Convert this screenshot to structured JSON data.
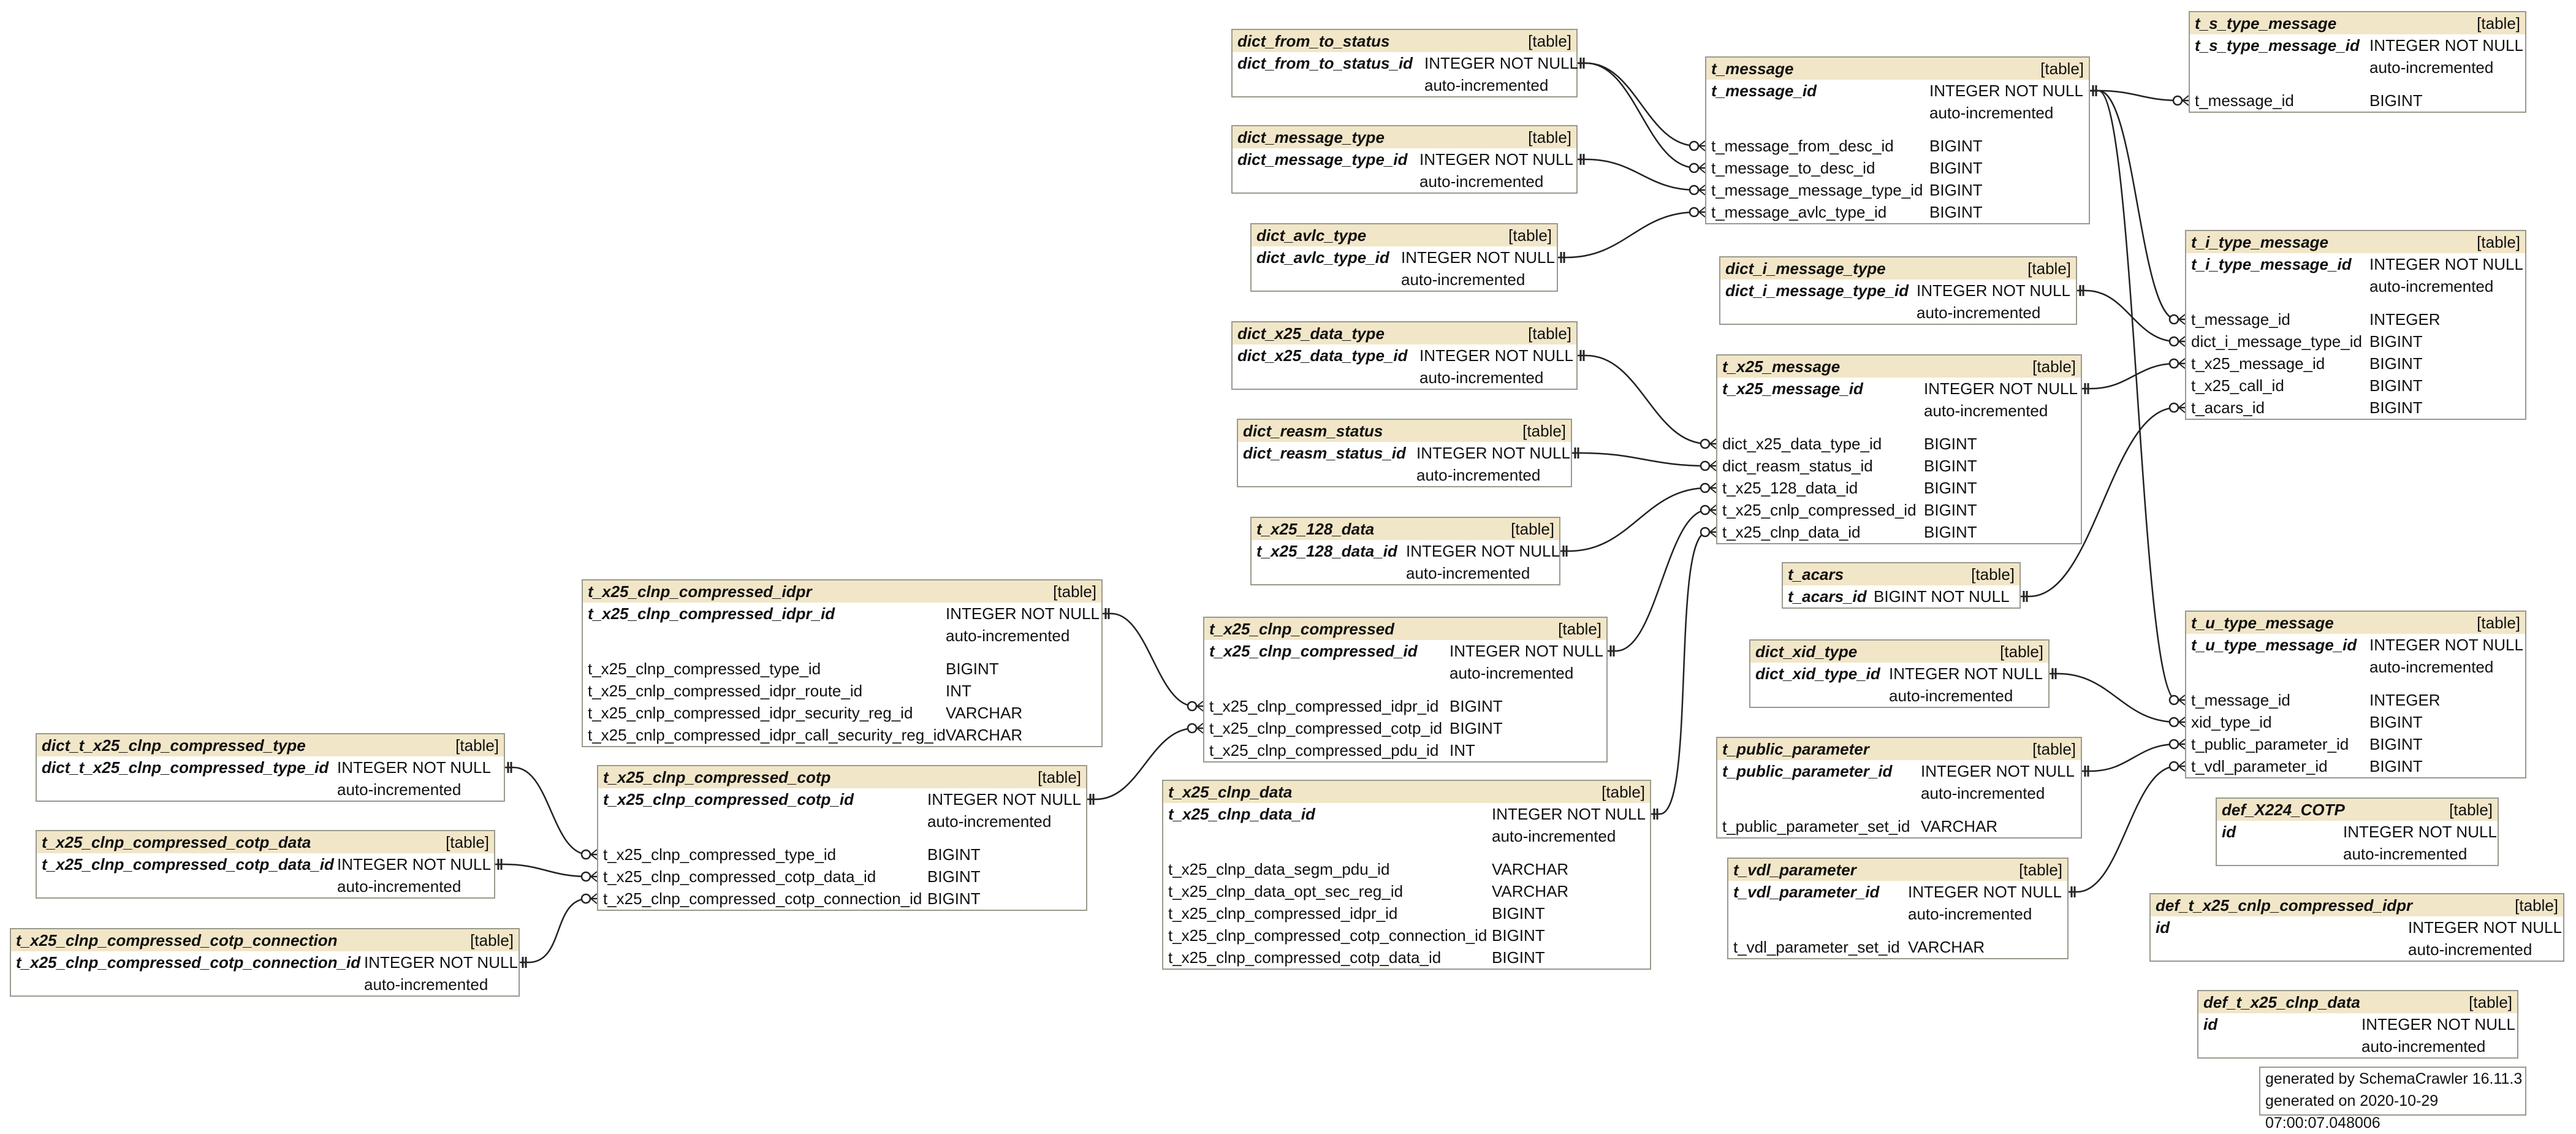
{
  "table_type_label": "[table]",
  "auto_label": "auto-incremented",
  "tables": [
    {
      "id": "dict_from_to_status",
      "name": "dict_from_to_status",
      "columns": [
        {
          "name": "dict_from_to_status_id",
          "type": "INTEGER NOT NULL",
          "pk": true,
          "auto": true
        }
      ]
    },
    {
      "id": "dict_message_type",
      "name": "dict_message_type",
      "columns": [
        {
          "name": "dict_message_type_id",
          "type": "INTEGER NOT NULL",
          "pk": true,
          "auto": true
        }
      ]
    },
    {
      "id": "dict_avlc_type",
      "name": "dict_avlc_type",
      "columns": [
        {
          "name": "dict_avlc_type_id",
          "type": "INTEGER NOT NULL",
          "pk": true,
          "auto": true
        }
      ]
    },
    {
      "id": "dict_x25_data_type",
      "name": "dict_x25_data_type",
      "columns": [
        {
          "name": "dict_x25_data_type_id",
          "type": "INTEGER NOT NULL",
          "pk": true,
          "auto": true
        }
      ]
    },
    {
      "id": "dict_reasm_status",
      "name": "dict_reasm_status",
      "columns": [
        {
          "name": "dict_reasm_status_id",
          "type": "INTEGER NOT NULL",
          "pk": true,
          "auto": true
        }
      ]
    },
    {
      "id": "t_x25_128_data",
      "name": "t_x25_128_data",
      "columns": [
        {
          "name": "t_x25_128_data_id",
          "type": "INTEGER NOT NULL",
          "pk": true,
          "auto": true
        }
      ]
    },
    {
      "id": "t_message",
      "name": "t_message",
      "columns": [
        {
          "name": "t_message_id",
          "type": "INTEGER NOT NULL",
          "pk": true,
          "auto": true
        },
        {
          "name": "t_message_from_desc_id",
          "type": "BIGINT"
        },
        {
          "name": "t_message_to_desc_id",
          "type": "BIGINT"
        },
        {
          "name": "t_message_message_type_id",
          "type": "BIGINT"
        },
        {
          "name": "t_message_avlc_type_id",
          "type": "BIGINT"
        }
      ]
    },
    {
      "id": "dict_i_message_type",
      "name": "dict_i_message_type",
      "columns": [
        {
          "name": "dict_i_message_type_id",
          "type": "INTEGER NOT NULL",
          "pk": true,
          "auto": true
        }
      ]
    },
    {
      "id": "t_x25_message",
      "name": "t_x25_message",
      "columns": [
        {
          "name": "t_x25_message_id",
          "type": "INTEGER NOT NULL",
          "pk": true,
          "auto": true
        },
        {
          "name": "dict_x25_data_type_id",
          "type": "BIGINT"
        },
        {
          "name": "dict_reasm_status_id",
          "type": "BIGINT"
        },
        {
          "name": "t_x25_128_data_id",
          "type": "BIGINT"
        },
        {
          "name": "t_x25_cnlp_compressed_id",
          "type": "BIGINT"
        },
        {
          "name": "t_x25_clnp_data_id",
          "type": "BIGINT"
        }
      ]
    },
    {
      "id": "t_acars",
      "name": "t_acars",
      "columns": [
        {
          "name": "t_acars_id",
          "type": "BIGINT NOT NULL",
          "pk": true
        }
      ]
    },
    {
      "id": "dict_xid_type",
      "name": "dict_xid_type",
      "columns": [
        {
          "name": "dict_xid_type_id",
          "type": "INTEGER NOT NULL",
          "pk": true,
          "auto": true
        }
      ]
    },
    {
      "id": "t_public_parameter",
      "name": "t_public_parameter",
      "columns": [
        {
          "name": "t_public_parameter_id",
          "type": "INTEGER NOT NULL",
          "pk": true,
          "auto": true
        },
        {
          "name": "t_public_parameter_set_id",
          "type": "VARCHAR"
        }
      ]
    },
    {
      "id": "t_vdl_parameter",
      "name": "t_vdl_parameter",
      "columns": [
        {
          "name": "t_vdl_parameter_id",
          "type": "INTEGER NOT NULL",
          "pk": true,
          "auto": true
        },
        {
          "name": "t_vdl_parameter_set_id",
          "type": "VARCHAR"
        }
      ]
    },
    {
      "id": "t_s_type_message",
      "name": "t_s_type_message",
      "columns": [
        {
          "name": "t_s_type_message_id",
          "type": "INTEGER NOT NULL",
          "pk": true,
          "auto": true
        },
        {
          "name": "t_message_id",
          "type": "BIGINT"
        }
      ]
    },
    {
      "id": "t_i_type_message",
      "name": "t_i_type_message",
      "columns": [
        {
          "name": "t_i_type_message_id",
          "type": "INTEGER NOT NULL",
          "pk": true,
          "auto": true
        },
        {
          "name": "t_message_id",
          "type": "INTEGER"
        },
        {
          "name": "dict_i_message_type_id",
          "type": "BIGINT"
        },
        {
          "name": "t_x25_message_id",
          "type": "BIGINT"
        },
        {
          "name": "t_x25_call_id",
          "type": "BIGINT"
        },
        {
          "name": "t_acars_id",
          "type": "BIGINT"
        }
      ]
    },
    {
      "id": "t_u_type_message",
      "name": "t_u_type_message",
      "columns": [
        {
          "name": "t_u_type_message_id",
          "type": "INTEGER NOT NULL",
          "pk": true,
          "auto": true
        },
        {
          "name": "t_message_id",
          "type": "INTEGER"
        },
        {
          "name": "xid_type_id",
          "type": "BIGINT"
        },
        {
          "name": "t_public_parameter_id",
          "type": "BIGINT"
        },
        {
          "name": "t_vdl_parameter_id",
          "type": "BIGINT"
        }
      ]
    },
    {
      "id": "def_X224_COTP",
      "name": "def_X224_COTP",
      "columns": [
        {
          "name": "id",
          "type": "INTEGER NOT NULL",
          "pk": true,
          "auto": true
        }
      ]
    },
    {
      "id": "def_t_x25_cnlp_compressed_idpr",
      "name": "def_t_x25_cnlp_compressed_idpr",
      "columns": [
        {
          "name": "id",
          "type": "INTEGER NOT NULL",
          "pk": true,
          "auto": true
        }
      ]
    },
    {
      "id": "def_t_x25_clnp_data",
      "name": "def_t_x25_clnp_data",
      "columns": [
        {
          "name": "id",
          "type": "INTEGER NOT NULL",
          "pk": true,
          "auto": true
        }
      ]
    },
    {
      "id": "t_x25_clnp_compressed_idpr",
      "name": "t_x25_clnp_compressed_idpr",
      "columns": [
        {
          "name": "t_x25_clnp_compressed_idpr_id",
          "type": "INTEGER NOT NULL",
          "pk": true,
          "auto": true
        },
        {
          "name": "t_x25_clnp_compressed_type_id",
          "type": "BIGINT"
        },
        {
          "name": "t_x25_cnlp_compressed_idpr_route_id",
          "type": "INT"
        },
        {
          "name": "t_x25_cnlp_compressed_idpr_security_reg_id",
          "type": "VARCHAR"
        },
        {
          "name": "t_x25_cnlp_compressed_idpr_call_security_reg_id",
          "type": "VARCHAR"
        }
      ]
    },
    {
      "id": "t_x25_clnp_compressed",
      "name": "t_x25_clnp_compressed",
      "columns": [
        {
          "name": "t_x25_clnp_compressed_id",
          "type": "INTEGER NOT NULL",
          "pk": true,
          "auto": true
        },
        {
          "name": "t_x25_clnp_compressed_idpr_id",
          "type": "BIGINT"
        },
        {
          "name": "t_x25_clnp_compressed_cotp_id",
          "type": "BIGINT"
        },
        {
          "name": "t_x25_clnp_compressed_pdu_id",
          "type": "INT"
        }
      ]
    },
    {
      "id": "t_x25_clnp_data",
      "name": "t_x25_clnp_data",
      "columns": [
        {
          "name": "t_x25_clnp_data_id",
          "type": "INTEGER NOT NULL",
          "pk": true,
          "auto": true
        },
        {
          "name": "t_x25_clnp_data_segm_pdu_id",
          "type": "VARCHAR"
        },
        {
          "name": "t_x25_clnp_data_opt_sec_reg_id",
          "type": "VARCHAR"
        },
        {
          "name": "t_x25_clnp_compressed_idpr_id",
          "type": "BIGINT"
        },
        {
          "name": "t_x25_clnp_compressed_cotp_connection_id",
          "type": "BIGINT"
        },
        {
          "name": "t_x25_clnp_compressed_cotp_data_id",
          "type": "BIGINT"
        }
      ]
    },
    {
      "id": "t_x25_clnp_compressed_cotp",
      "name": "t_x25_clnp_compressed_cotp",
      "columns": [
        {
          "name": "t_x25_clnp_compressed_cotp_id",
          "type": "INTEGER NOT NULL",
          "pk": true,
          "auto": true
        },
        {
          "name": "t_x25_clnp_compressed_type_id",
          "type": "BIGINT"
        },
        {
          "name": "t_x25_clnp_compressed_cotp_data_id",
          "type": "BIGINT"
        },
        {
          "name": "t_x25_clnp_compressed_cotp_connection_id",
          "type": "BIGINT"
        }
      ]
    },
    {
      "id": "dict_t_x25_clnp_compressed_type",
      "name": "dict_t_x25_clnp_compressed_type",
      "columns": [
        {
          "name": "dict_t_x25_clnp_compressed_type_id",
          "type": "INTEGER NOT NULL",
          "pk": true,
          "auto": true
        }
      ]
    },
    {
      "id": "t_x25_clnp_compressed_cotp_data",
      "name": "t_x25_clnp_compressed_cotp_data",
      "columns": [
        {
          "name": "t_x25_clnp_compressed_cotp_data_id",
          "type": "INTEGER NOT NULL",
          "pk": true,
          "auto": true
        }
      ]
    },
    {
      "id": "t_x25_clnp_compressed_cotp_connection",
      "name": "t_x25_clnp_compressed_cotp_connection",
      "columns": [
        {
          "name": "t_x25_clnp_compressed_cotp_connection_id",
          "type": "INTEGER NOT NULL",
          "pk": true,
          "auto": true
        }
      ]
    }
  ],
  "relationships": [
    {
      "from": "dict_from_to_status",
      "to": "t_message",
      "to_col": 1
    },
    {
      "from": "dict_from_to_status",
      "to": "t_message",
      "to_col": 2
    },
    {
      "from": "dict_message_type",
      "to": "t_message",
      "to_col": 3
    },
    {
      "from": "dict_avlc_type",
      "to": "t_message",
      "to_col": 4
    },
    {
      "from": "t_message",
      "to": "t_s_type_message",
      "to_col": 1
    },
    {
      "from": "t_message",
      "to": "t_i_type_message",
      "to_col": 1
    },
    {
      "from": "t_message",
      "to": "t_u_type_message",
      "to_col": 1
    },
    {
      "from": "dict_i_message_type",
      "to": "t_i_type_message",
      "to_col": 2
    },
    {
      "from": "t_x25_message",
      "to": "t_i_type_message",
      "to_col": 3
    },
    {
      "from": "t_acars",
      "to": "t_i_type_message",
      "to_col": 5
    },
    {
      "from": "dict_x25_data_type",
      "to": "t_x25_message",
      "to_col": 1
    },
    {
      "from": "dict_reasm_status",
      "to": "t_x25_message",
      "to_col": 2
    },
    {
      "from": "t_x25_128_data",
      "to": "t_x25_message",
      "to_col": 3
    },
    {
      "from": "t_x25_clnp_compressed",
      "to": "t_x25_message",
      "to_col": 4
    },
    {
      "from": "t_x25_clnp_data",
      "to": "t_x25_message",
      "to_col": 5
    },
    {
      "from": "dict_xid_type",
      "to": "t_u_type_message",
      "to_col": 2
    },
    {
      "from": "t_public_parameter",
      "to": "t_u_type_message",
      "to_col": 3
    },
    {
      "from": "t_vdl_parameter",
      "to": "t_u_type_message",
      "to_col": 4
    },
    {
      "from": "t_x25_clnp_compressed_idpr",
      "to": "t_x25_clnp_compressed",
      "to_col": 1
    },
    {
      "from": "t_x25_clnp_compressed_cotp",
      "to": "t_x25_clnp_compressed",
      "to_col": 2
    },
    {
      "from": "dict_t_x25_clnp_compressed_type",
      "to": "t_x25_clnp_compressed_cotp",
      "to_col": 1
    },
    {
      "from": "t_x25_clnp_compressed_cotp_data",
      "to": "t_x25_clnp_compressed_cotp",
      "to_col": 2
    },
    {
      "from": "t_x25_clnp_compressed_cotp_connection",
      "to": "t_x25_clnp_compressed_cotp",
      "to_col": 3
    }
  ],
  "footer": {
    "line1": "generated by SchemaCrawler 16.11.3",
    "line2": "generated on 2020-10-29 07:00:07.048006"
  },
  "colors": {
    "header_bg": "#f2e6c8",
    "border": "#999a8c",
    "line": "#222222"
  }
}
